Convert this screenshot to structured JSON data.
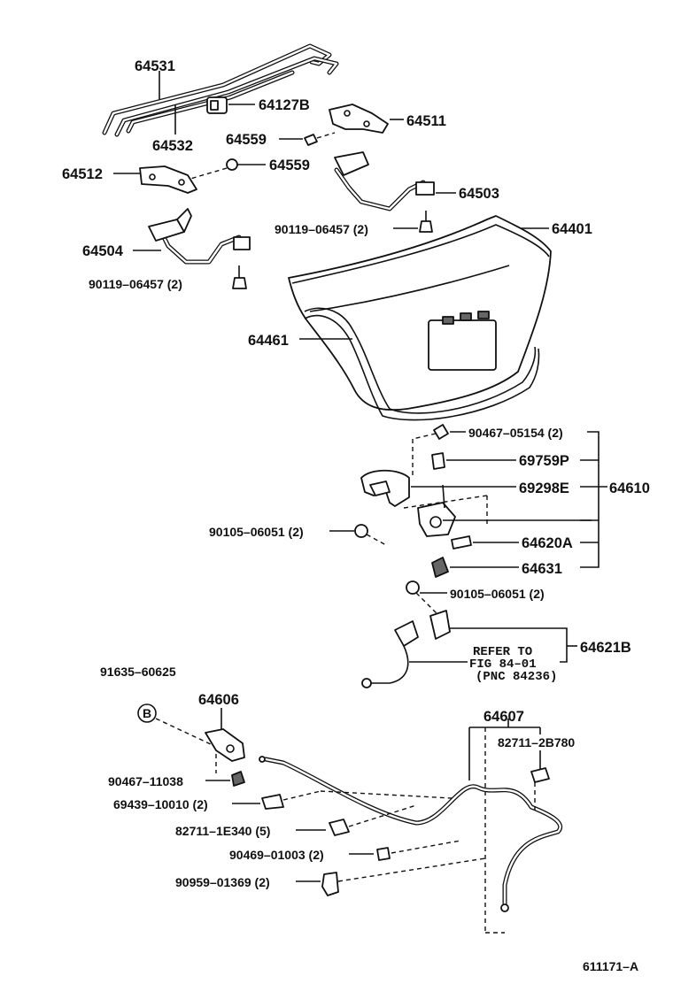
{
  "labels": {
    "p64531": "64531",
    "p64532": "64532",
    "p64127B": "64127B",
    "p64511": "64511",
    "p64559a": "64559",
    "p64559b": "64559",
    "p64512": "64512",
    "p64503": "64503",
    "p90119a": "90119–06457 (2)",
    "p64401": "64401",
    "p64504": "64504",
    "p90119b": "90119–06457 (2)",
    "p64461": "64461",
    "p90467a": "90467–05154 (2)",
    "p69759P": "69759P",
    "p69298E": "69298E",
    "p64610": "64610",
    "p90105a": "90105–06051 (2)",
    "p64620A": "64620A",
    "p64631": "64631",
    "p90105b": "90105–06051 (2)",
    "p64621B": "64621B",
    "refer1": "REFER TO",
    "refer2": "FIG 84–01",
    "refer3": "(PNC 84236)",
    "p91635": "91635–60625",
    "circleB": "B",
    "p64606": "64606",
    "p64607": "64607",
    "p82711a": "82711–2B780",
    "p90467b": "90467–11038",
    "p69439": "69439–10010 (2)",
    "p82711b": "82711–1E340 (5)",
    "p90469": "90469–01003 (2)",
    "p90959": "90959–01369 (2)",
    "figcode": "611171–A"
  }
}
